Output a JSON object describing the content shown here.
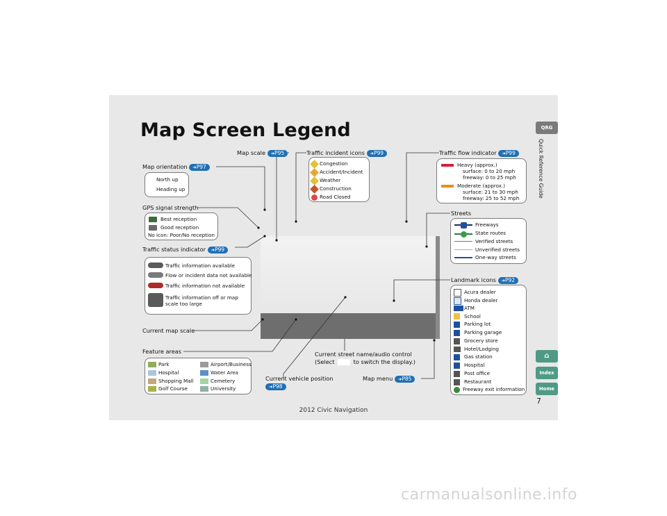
{
  "title": "Map Screen Legend",
  "page_number": "7",
  "footer": "2012 Civic Navigation",
  "watermark": "carmanualsonline.info",
  "side": {
    "section_title": "Quick Reference Guide",
    "tabs": [
      "QRG",
      "Index",
      "Home"
    ]
  },
  "callouts": {
    "map_scale": {
      "label": "Map scale",
      "ref": "P95"
    },
    "map_orientation": {
      "label": "Map orientation",
      "ref": "P97"
    },
    "gps_signal": {
      "label": "GPS signal strength"
    },
    "traffic_status": {
      "label": "Traffic status indicator",
      "ref": "P99"
    },
    "current_map_scale": {
      "label": "Current map scale"
    },
    "feature_areas": {
      "label": "Feature areas"
    },
    "traffic_incident": {
      "label": "Traffic incident icons",
      "ref": "P99"
    },
    "traffic_flow": {
      "label": "Traffic flow indicator",
      "ref": "P99"
    },
    "streets": {
      "label": "Streets"
    },
    "landmark": {
      "label": "Landmark icons",
      "ref": "P92"
    },
    "current_street": {
      "line1": "Current street name/audio control",
      "line2a": "(Select",
      "line2b": "to switch the display.)"
    },
    "vehicle_position": {
      "label": "Current vehicle position",
      "ref": "P98"
    },
    "map_menu": {
      "label": "Map menu",
      "ref": "P85"
    }
  },
  "orientation_items": [
    "North up",
    "Heading up"
  ],
  "gps_items": [
    "Best reception",
    "Good reception",
    "No icon: Poor/No reception"
  ],
  "traffic_status_items": [
    "Traffic information available",
    "Flow or incident data not available",
    "Traffic information not available",
    "Traffic information off or map",
    "scale too large"
  ],
  "feature_area_items": [
    {
      "label": "Park",
      "color": "#8fad5d"
    },
    {
      "label": "Airport/Business",
      "color": "#9a9a9a"
    },
    {
      "label": "Hospital",
      "color": "#a9c6db"
    },
    {
      "label": "Water Area",
      "color": "#5e8fc2"
    },
    {
      "label": "Shopping Mall",
      "color": "#c4a77c"
    },
    {
      "label": "Cemetery",
      "color": "#a6d3a3"
    },
    {
      "label": "Golf Course",
      "color": "#a8b04a"
    },
    {
      "label": "University",
      "color": "#8fb3a5"
    }
  ],
  "incident_items": [
    "Congestion",
    "Accident/Incident",
    "Weather",
    "Construction",
    "Road Closed"
  ],
  "flow_items": {
    "heavy": {
      "title": "Heavy (approx.)",
      "l1": "surface: 0 to 20 mph",
      "l2": "freeway: 0 to 25 mph",
      "color": "#d2203a"
    },
    "moderate": {
      "title": "Moderate (approx.)",
      "l1": "surface: 21 to 30 mph",
      "l2": "freeway: 25 to 52 mph",
      "color": "#f08a1f"
    }
  },
  "street_items": [
    "Freeways",
    "State routes",
    "Verified streets",
    "Unverified streets",
    "One-way streets"
  ],
  "landmark_items": [
    "Acura dealer",
    "Honda dealer",
    "ATM",
    "School",
    "Parking lot",
    "Parking garage",
    "Grocery store",
    "Hotel/Lodging",
    "Gas station",
    "Hospital",
    "Post office",
    "Restaurant",
    "Freeway exit information"
  ],
  "colors": {
    "accent": "#1f6fb5",
    "qrg_tab": "#7a7a7a",
    "index_tab": "#4f9a86",
    "home_tab": "#4f9a86"
  }
}
